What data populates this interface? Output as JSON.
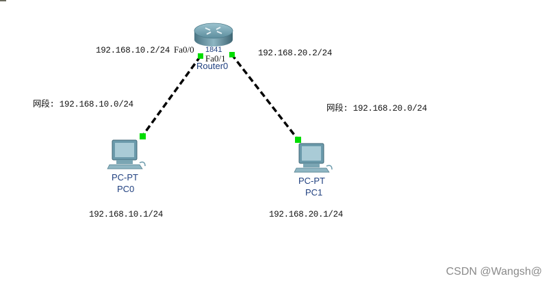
{
  "diagram": {
    "devices": {
      "router": {
        "name": "Router0",
        "model": "1841"
      },
      "pc0": {
        "type": "PC-PT",
        "name": "PC0"
      },
      "pc1": {
        "type": "PC-PT",
        "name": "PC1"
      }
    },
    "ports": {
      "router_left": "Fa0/0",
      "router_right": "Fa0/1"
    },
    "labels": {
      "router_left_ip": "192.168.10.2/24",
      "router_right_ip": "192.168.20.2/24",
      "segment_left": "网段: 192.168.10.0/24",
      "segment_right": "网段: 192.168.20.0/24",
      "pc0_ip": "192.168.10.1/24",
      "pc1_ip": "192.168.20.1/24"
    },
    "link_status_color": "#00dd00",
    "link_style": "dashed"
  },
  "watermark": "CSDN @Wangsh@"
}
